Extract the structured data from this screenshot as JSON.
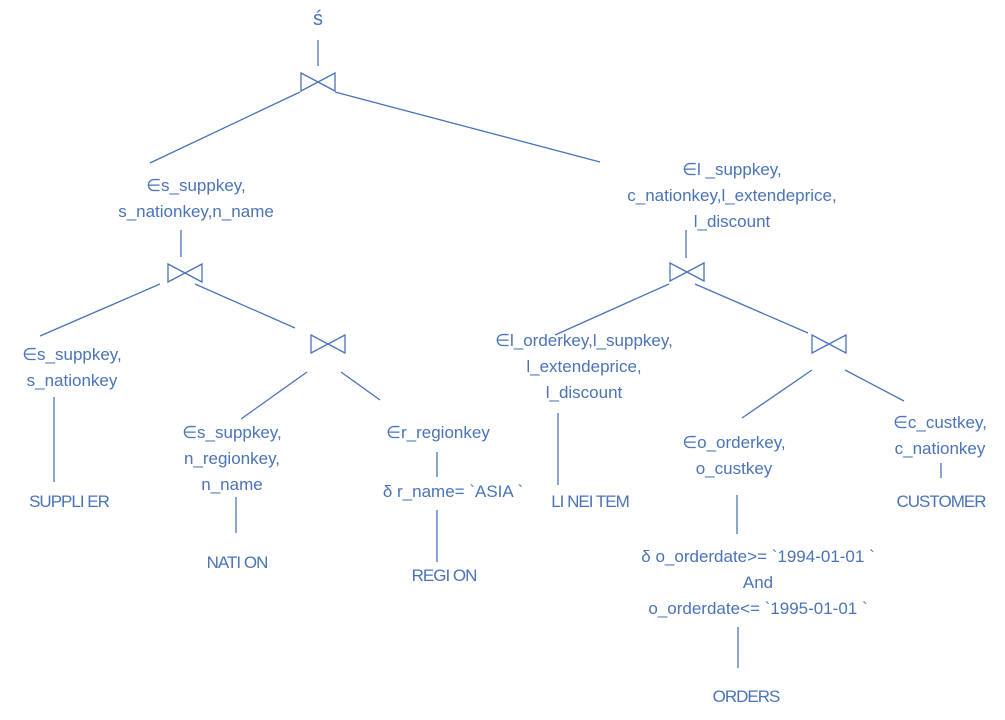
{
  "root": {
    "label": "ś"
  },
  "joins": [
    "⋈",
    "⋈",
    "⋈",
    "⋈",
    "⋈"
  ],
  "nodes": {
    "proj_top_left": {
      "lines": [
        "∈s_suppkey,",
        "s_nationkey,n_name"
      ]
    },
    "proj_top_right": {
      "lines": [
        "∈l _suppkey,",
        "c_nationkey,l_extendeprice,",
        "l_discount"
      ]
    },
    "proj_supplier": {
      "lines": [
        "∈s_suppkey,",
        "s_nationkey"
      ]
    },
    "proj_nation": {
      "lines": [
        "∈s_suppkey,",
        "n_regionkey,",
        "n_name"
      ]
    },
    "proj_region": {
      "lines": [
        "∈r_regionkey"
      ]
    },
    "select_region": {
      "lines": [
        "δ r_name= `ASIA `"
      ]
    },
    "proj_lineitem": {
      "lines": [
        "∈l_orderkey,l_suppkey,",
        "l_extendeprice,",
        "l_discount"
      ]
    },
    "proj_orders": {
      "lines": [
        "∈o_orderkey,",
        "o_custkey"
      ]
    },
    "proj_customer": {
      "lines": [
        "∈c_custkey,",
        "c_nationkey"
      ]
    },
    "select_orders": {
      "lines": [
        "δ o_orderdate>= `1994-01-01 `",
        "And",
        "o_orderdate<= `1995-01-01 `"
      ]
    }
  },
  "relations": {
    "supplier": "SUPPLI ER",
    "nation": "NATI ON",
    "region": "REGI ON",
    "lineitem": "LI NEI TEM",
    "customer": "CUSTOMER",
    "orders": "ORDERS"
  },
  "colors": {
    "stroke": "#4a73b8",
    "text": "#4a73b8"
  }
}
